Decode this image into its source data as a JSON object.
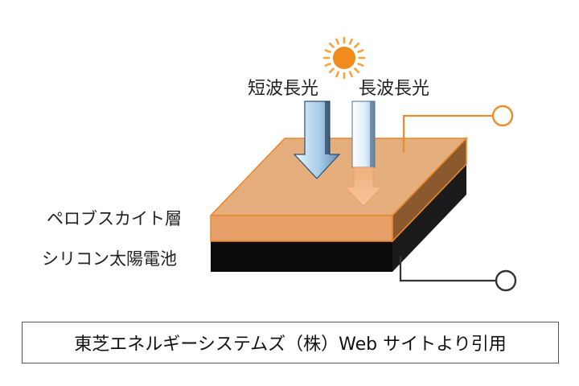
{
  "labels": {
    "short_wave": "短波長光",
    "long_wave": "長波長光",
    "perovskite_layer": "ペロブスカイト層",
    "silicon_cell": "シリコン太陽電池"
  },
  "caption": "東芝エネルギーシステムズ（株）Web サイトより引用",
  "icons": {
    "sun": "sun-icon",
    "terminal_top": "terminal-circle-icon",
    "terminal_bottom": "terminal-circle-icon"
  },
  "colors": {
    "sun": "#f28a1e",
    "perovskite_top": "#f6c394",
    "perovskite_front": "#e7a165",
    "perovskite_right": "#8a5a2e",
    "perovskite_edge": "#f08a2c",
    "silicon_front": "#0b0b0b",
    "silicon_right": "#1a1a1a",
    "short_wave_arrow": "#9fc6e3",
    "long_wave_arrow": "#e0efff"
  }
}
